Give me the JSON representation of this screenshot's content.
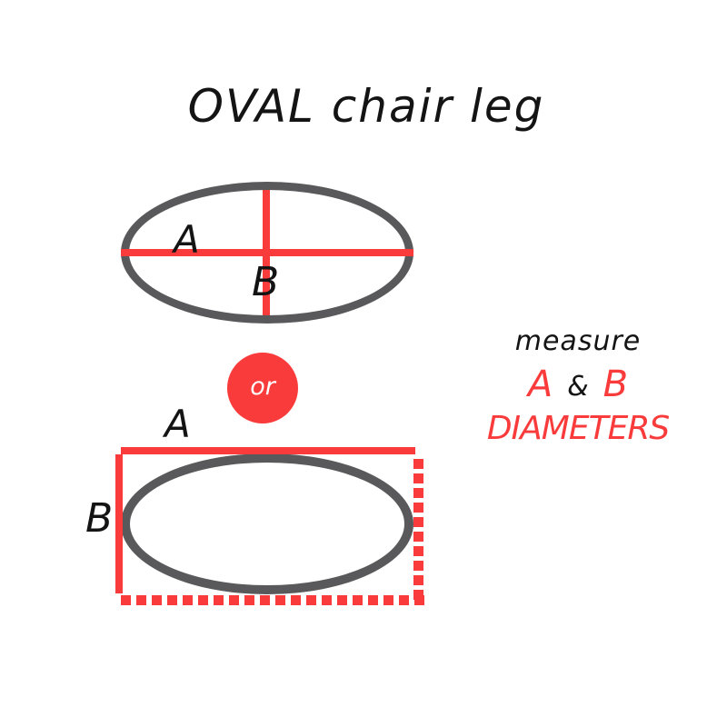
{
  "title": "OVAL chair leg",
  "colors": {
    "accent_red": "#F93B3B",
    "oval_gray": "#59595B",
    "text_black": "#141414",
    "background": "#FFFFFF"
  },
  "top_diagram": {
    "label_a": "A",
    "label_b": "B"
  },
  "connector": {
    "label": "or"
  },
  "bottom_diagram": {
    "label_a": "A",
    "label_b": "B"
  },
  "instruction": {
    "line1": "measure",
    "letter_a": "A",
    "ampersand": "&",
    "letter_b": "B",
    "line3": "DIAMETERS"
  }
}
